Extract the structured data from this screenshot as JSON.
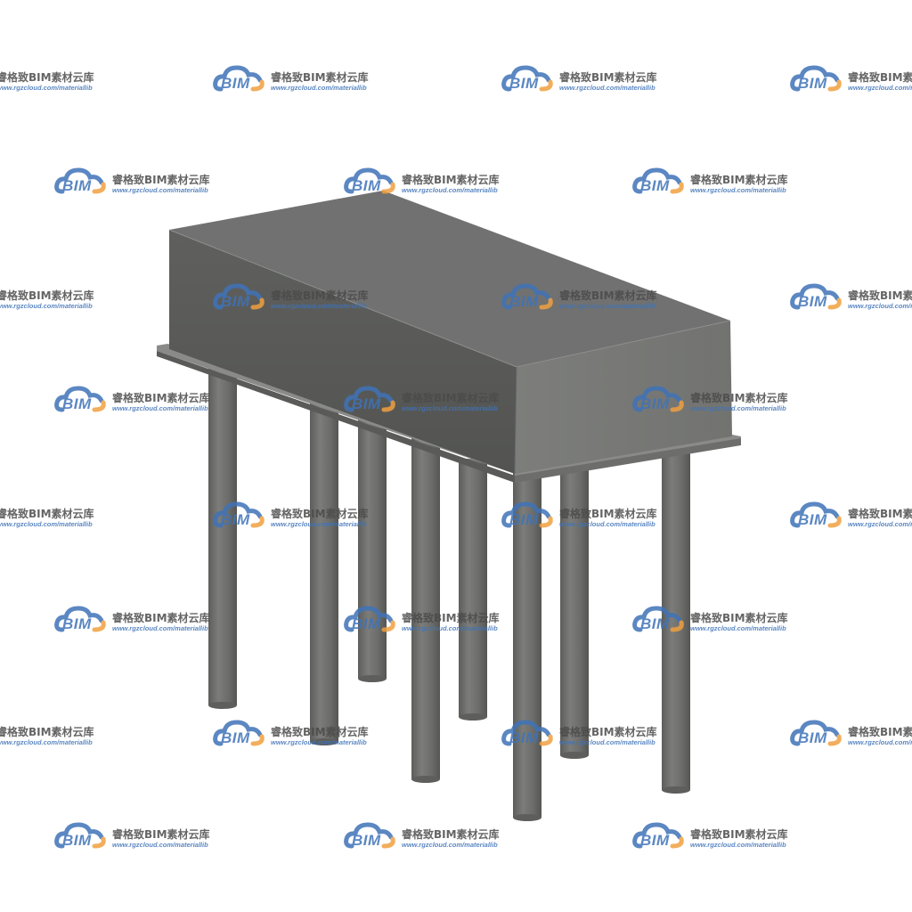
{
  "watermark": {
    "brand": "BIM",
    "title": "睿格致BIM素材云库",
    "url": "www.rgzcloud.com/materiallib"
  },
  "colors": {
    "background": "#ffffff",
    "cap_top": "#6e6f6c",
    "cap_front": "#5a5b59",
    "cap_side": "#7c7d7a",
    "pile": "#6f706d",
    "cloud_blue": "#3f73b8",
    "cloud_orange": "#f0a040"
  },
  "scene": {
    "subject": "pile-cap-with-piles",
    "pile_count": 8
  }
}
